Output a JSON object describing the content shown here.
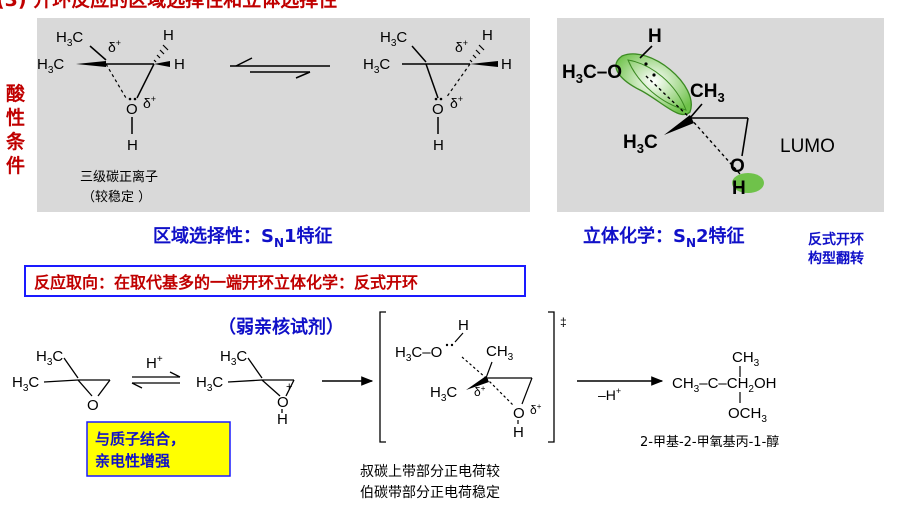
{
  "header_title": "(3) 开环反应的区域选择性和立体选择性",
  "side_label": [
    "酸",
    "性",
    "条",
    "件"
  ],
  "panel_left": {
    "caption_line1": "三级碳正离子",
    "caption_line2": "（较稳定 ）"
  },
  "panel_right": {
    "lumo": "LUMO"
  },
  "regio_pre": "区域选择性：S",
  "regio_sub": "N",
  "regio_post": "1特征",
  "stereo_pre": "立体化学：S",
  "stereo_sub": "N",
  "stereo_post": "2特征",
  "inversion_line1": "反式开环",
  "inversion_line2": "构型翻转",
  "orientation_box": "反应取向：在取代基多的一端开环立体化学：反式开环",
  "weak_nucleophile": "（弱亲核试剂）",
  "protonation_line1": "与质子结合，",
  "protonation_line2": "亲电性增强",
  "charge_note_line1": "叔碳上带部分正电荷较",
  "charge_note_line2": "伯碳带部分正电荷稳定",
  "product_name": "2-甲基-2-甲氧基丙-1-醇",
  "colors": {
    "panel_bg": "#d9d9d9",
    "title_red": "#c00000",
    "blue_text": "#1010c8",
    "box_border": "#1a1aff",
    "box_yellow": "#ffff00",
    "lumo_green": "#66bb44"
  }
}
